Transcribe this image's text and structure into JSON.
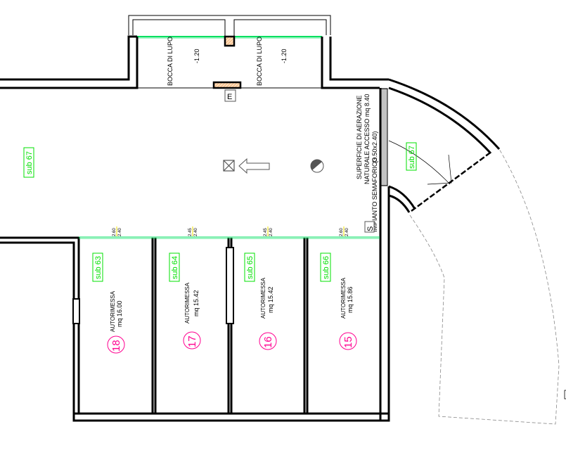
{
  "colors": {
    "wall": "#000000",
    "sub_label": "#00e000",
    "unit_number": "#ff0090",
    "glazing": "#00e060",
    "beam": "#f4a460",
    "dashed": "#888888"
  },
  "light_wells": [
    {
      "label": "BOCCA DI LUPO",
      "level": "-1.20"
    },
    {
      "label": "BOCCA DI LUPO",
      "level": "-1.20"
    }
  ],
  "symbols": {
    "e_box": "E",
    "s_box": "S"
  },
  "corridor": {
    "sub": "sub 67"
  },
  "ramp": {
    "sub": "sub 67"
  },
  "aeration": {
    "line1": "SUPERFICIE DI AERAZIONE",
    "line2": "NATURALE ACCESSO mq 8.40",
    "line3": "(3.50x2.40)",
    "line4": "IMPIANTO SEMAFORICO"
  },
  "garages": [
    {
      "sub": "sub 63",
      "name": "AUTORIMESSA",
      "area": "mq 16.00",
      "number": "18",
      "dim_top": "2.60",
      "dim_bottom": "2.40"
    },
    {
      "sub": "sub 64",
      "name": "AUTORIMESSA",
      "area": "mq 15.42",
      "number": "17",
      "dim_top": "2.45",
      "dim_bottom": "2.40"
    },
    {
      "sub": "sub 65",
      "name": "AUTORIMESSA",
      "area": "mq 15.42",
      "number": "16",
      "dim_top": "2.45",
      "dim_bottom": "2.40"
    },
    {
      "sub": "sub 66",
      "name": "AUTORIMESSA",
      "area": "mq 15.86",
      "number": "15",
      "dim_top": "2.60",
      "dim_bottom": "2.40"
    }
  ]
}
